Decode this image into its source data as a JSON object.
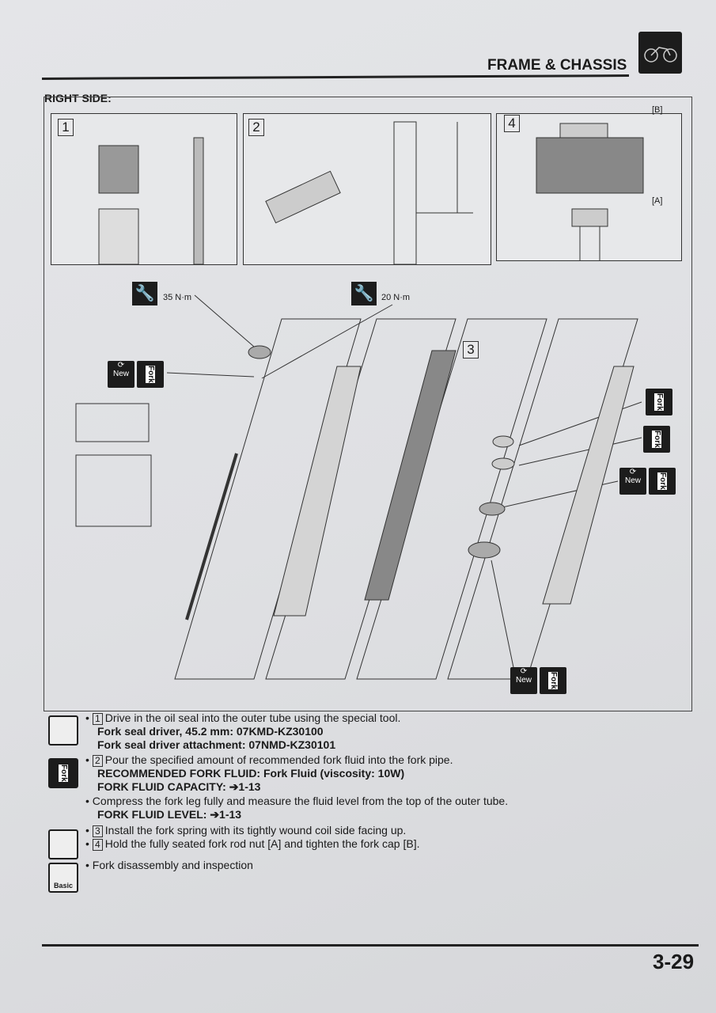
{
  "header": {
    "title": "FRAME & CHASSIS",
    "icon": "motorcycle-icon"
  },
  "section_title": "RIGHT SIDE:",
  "diagram": {
    "steps": [
      "1",
      "2",
      "3",
      "4"
    ],
    "labels": {
      "b": "[B]",
      "a": "[A]"
    },
    "torque": [
      {
        "value": "35 N·m"
      },
      {
        "value": "20 N·m"
      }
    ],
    "badges": {
      "new": "New",
      "fork": "Fork"
    }
  },
  "instructions": [
    {
      "num": "1",
      "text": "Drive in the oil seal into the outer tube using the special tool.",
      "specs": [
        "Fork seal driver, 45.2 mm: 07KMD-KZ30100",
        "Fork seal driver attachment: 07NMD-KZ30101"
      ]
    },
    {
      "num": "2",
      "text": "Pour the specified amount of recommended fork fluid into the fork pipe.",
      "specs": [
        "RECOMMENDED FORK FLUID: Fork Fluid (viscosity: 10W)",
        "FORK FLUID CAPACITY: ➔1-13"
      ]
    },
    {
      "num": "",
      "text": "Compress the fork leg fully and measure the fluid level from the top of the outer tube.",
      "specs": [
        "FORK FLUID LEVEL: ➔1-13"
      ]
    },
    {
      "num": "3",
      "text": "Install the fork spring with its tightly wound coil side facing up."
    },
    {
      "num": "4",
      "text": "Hold the fully seated fork rod nut [A] and tighten the fork cap [B]."
    },
    {
      "num": "",
      "text": "Fork disassembly and inspection"
    }
  ],
  "side_icons": {
    "basic": "Basic",
    "fork": "Fork"
  },
  "footer": {
    "page_number": "3-29"
  }
}
